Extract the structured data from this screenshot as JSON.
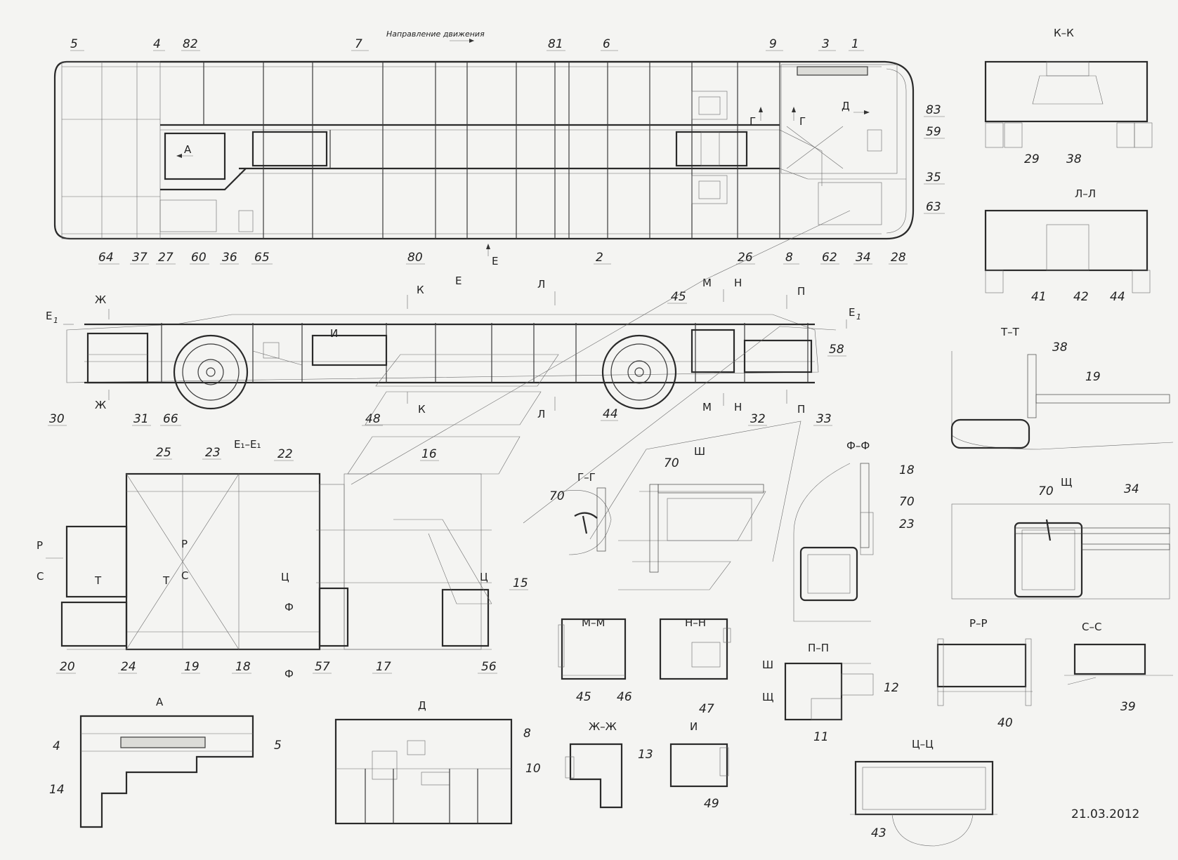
{
  "direction_label": "Направление движения",
  "date": "21.03.2012",
  "sections": {
    "E": "Е",
    "E1E1": "Е₁–Е₁",
    "KK": "К–К",
    "LL": "Л–Л",
    "TT": "Т–Т",
    "FF": "Ф–Ф",
    "SHCH": "Щ",
    "GG": "Г–Г",
    "SH": "Ш",
    "MM": "М–М",
    "NN": "Н–Н",
    "PP": "П–П",
    "RR": "Р–Р",
    "SS": "С–С",
    "TSTS": "Ц–Ц",
    "ZHZH": "Ж–Ж",
    "I": "И",
    "A": "А",
    "D": "Д"
  },
  "cut_marks": {
    "G": "Г",
    "D": "Д",
    "A": "А",
    "E": "Е",
    "K": "К",
    "L": "Л",
    "M": "М",
    "N": "Н",
    "P": "П",
    "ZH": "Ж",
    "E1": "Е",
    "sub1": "1",
    "I": "И",
    "R": "Р",
    "S": "С",
    "T": "Т",
    "TS": "Ц",
    "F": "Ф",
    "SH": "Ш",
    "SHCH": "Щ"
  },
  "callouts": {
    "c1": "1",
    "c2": "2",
    "c3": "3",
    "c4": "4",
    "c5": "5",
    "c6": "6",
    "c7": "7",
    "c8": "8",
    "c9": "9",
    "c10": "10",
    "c11": "11",
    "c12": "12",
    "c13": "13",
    "c14": "14",
    "c15": "15",
    "c16": "16",
    "c17": "17",
    "c18": "18",
    "c19": "19",
    "c20": "20",
    "c22": "22",
    "c23": "23",
    "c24": "24",
    "c25": "25",
    "c26": "26",
    "c27": "27",
    "c28": "28",
    "c29": "29",
    "c30": "30",
    "c31": "31",
    "c32": "32",
    "c33": "33",
    "c34": "34",
    "c35": "35",
    "c36": "36",
    "c37": "37",
    "c38": "38",
    "c39": "39",
    "c40": "40",
    "c41": "41",
    "c42": "42",
    "c43": "43",
    "c44": "44",
    "c45": "45",
    "c46": "46",
    "c47": "47",
    "c48": "48",
    "c49": "49",
    "c56": "56",
    "c57": "57",
    "c58": "58",
    "c59": "59",
    "c60": "60",
    "c62": "62",
    "c63": "63",
    "c64": "64",
    "c65": "65",
    "c66": "66",
    "c70": "70",
    "c80": "80",
    "c81": "81",
    "c82": "82",
    "c83": "83"
  }
}
